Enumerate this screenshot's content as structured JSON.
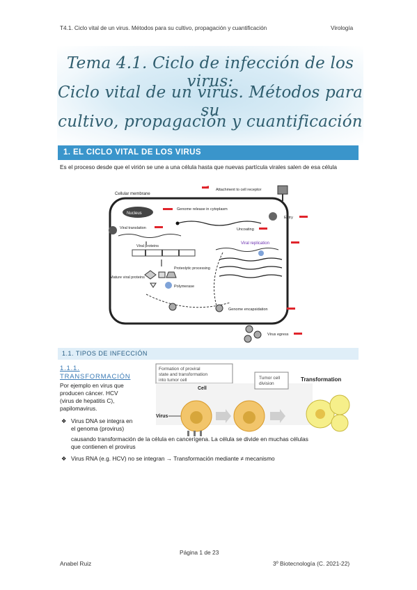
{
  "header": {
    "left": "T4.1. Ciclo vital de un virus. Métodos para su cultivo, propagación y cuantificación",
    "right": "Virología"
  },
  "title": {
    "line1": "Tema 4.1. Ciclo de infección de los virus:",
    "line2": "Ciclo vital de un virus. Métodos para su",
    "line3": "cultivo, propagación y cuantificación"
  },
  "section1": {
    "heading": "1. EL CICLO VITAL DE LOS VIRUS",
    "paragraph": "Es el proceso desde que el virión se une a una célula hasta que nuevas partícula virales salen de esa célula"
  },
  "diagram1": {
    "labels": {
      "cellular_membrane": "Cellular membrane",
      "attachment": "Attachment to cell receptor",
      "nucleus": "Nucleus",
      "genome_release": "Genome release in cytoplasm",
      "entry": "Entry",
      "viral_translation": "Viral translation",
      "uncoating": "Uncoating",
      "viral_replication": "Viral replication",
      "viral_proteins": "Viral proteins",
      "proteolytic": "Proteolytic processing",
      "mature_viral_proteins": "Mature viral proteins",
      "polymerase": "Polymerase",
      "genome_encapsidation": "Genome encapsidation",
      "virus_egress": "Virus egress"
    }
  },
  "section11": {
    "heading": "1.1. TIPOS DE INFECCIÓN"
  },
  "section111": {
    "number": "1.1.1.",
    "title": "TRANSFORMACIÓN",
    "para_l1": "Por ejemplo en virus que",
    "para_l2": "producen cáncer. HCV",
    "para_l3": "(virus de hepatitis C),",
    "para_l4": "papilomavirus.",
    "bullet1_l1": "Virus DNA se integra en",
    "bullet1_l2": "el genoma (provirus)",
    "bullet1_l3": "causando transformación de la célula en cancerígena. La célula se divide en muchas células",
    "bullet1_l4": "que contienen el provirus",
    "bullet2": "Virus RNA (e.g. HCV) no se integran → Transformación mediante ≠ mecanismo"
  },
  "diagram2": {
    "box1": "Formation of proviral state and transformation into tumor cell",
    "cell": "Cell",
    "virus": "Virus",
    "box2": "Tumor cell division",
    "transformation": "Transformation"
  },
  "footer": {
    "page": "Página 1 de 23",
    "left": "Anabel Ruiz",
    "right": "3º Biotecnología (C. 2021-22)"
  }
}
